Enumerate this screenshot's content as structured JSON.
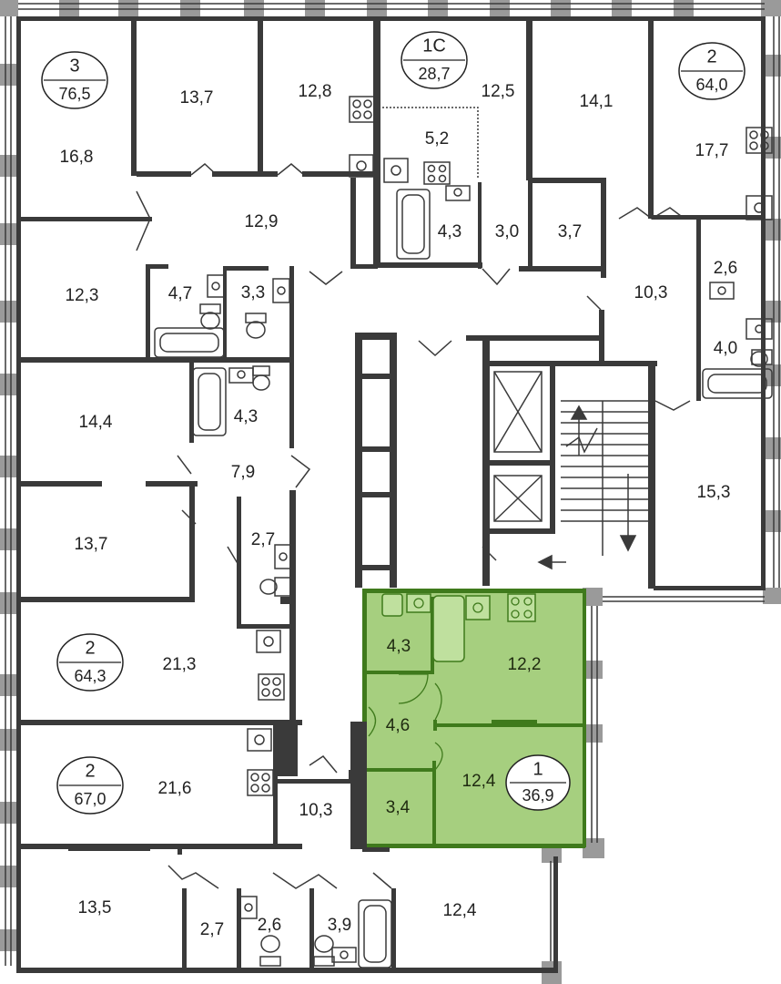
{
  "colors": {
    "wall": "#3a3a3a",
    "highlight_fill": "#a6cf7f",
    "highlight_wall": "#3f7a1c",
    "window_square": "#9a9a9a",
    "background": "#ffffff"
  },
  "apartments": [
    {
      "id": "apt-3-76",
      "rooms": "3",
      "area": "76,5"
    },
    {
      "id": "apt-1c-28",
      "rooms": "1С",
      "area": "28,7"
    },
    {
      "id": "apt-2-64-0",
      "rooms": "2",
      "area": "64,0"
    },
    {
      "id": "apt-2-64-3",
      "rooms": "2",
      "area": "64,3"
    },
    {
      "id": "apt-2-67",
      "rooms": "2",
      "area": "67,0"
    },
    {
      "id": "apt-1-36",
      "rooms": "1",
      "area": "36,9",
      "highlighted": true
    }
  ],
  "rooms": [
    "16,8",
    "13,7",
    "12,8",
    "12,5",
    "5,2",
    "14,1",
    "17,7",
    "12,9",
    "4,3",
    "3,0",
    "3,7",
    "2,6",
    "12,3",
    "4,7",
    "3,3",
    "10,3",
    "4,0",
    "14,4",
    "4,3",
    "7,9",
    "15,3",
    "13,7",
    "2,7",
    "21,3",
    "21,6",
    "10,3",
    "13,5",
    "2,7",
    "2,6",
    "3,9",
    "12,4"
  ],
  "highlighted_rooms": [
    "4,3",
    "12,2",
    "4,6",
    "12,4",
    "3,4"
  ],
  "icons": [
    "stove-icon",
    "sink-icon",
    "bathtub-icon",
    "toilet-icon",
    "elevator-icon",
    "stairs-icon",
    "door-swing-icon"
  ]
}
